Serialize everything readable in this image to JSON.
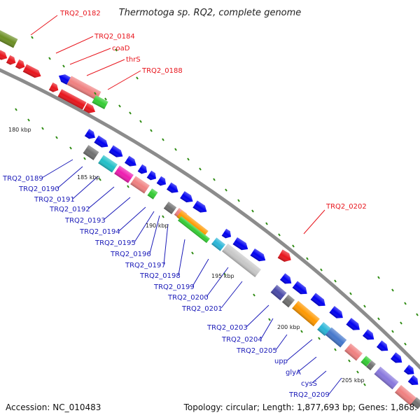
{
  "title": "Thermotoga sp. RQ2, complete genome",
  "footer": {
    "accession": "Accession: NC_010483",
    "info": "Topology: circular; Length: 1,877,693 bp; Genes: 1,868."
  },
  "colors": {
    "backbone": "#8c8c8c",
    "label_red": "#e8141c",
    "label_blue": "#1a1ab8",
    "gene_red": "#e8141c",
    "gene_blue": "#0000f0",
    "tick": "#2e8b12",
    "olive": "#6b8e23"
  },
  "scale_labels": [
    "180 kbp",
    "185 kbp",
    "190 kbp",
    "195 kbp",
    "200 kbp",
    "205 kbp"
  ],
  "labels_top": [
    "TRQ2_0182",
    "TRQ2_0184",
    "coaD",
    "thrS",
    "TRQ2_0188",
    "TRQ2_0202"
  ],
  "labels_bottom": [
    "TRQ2_0189",
    "TRQ2_0190",
    "TRQ2_0191",
    "TRQ2_0192",
    "TRQ2_0193",
    "TRQ2_0194",
    "TRQ2_0195",
    "TRQ2_0196",
    "TRQ2_0197",
    "TRQ2_0198",
    "TRQ2_0199",
    "TRQ2_0200",
    "TRQ2_0201",
    "TRQ2_0203",
    "TRQ2_0204",
    "TRQ2_0205",
    "upp",
    "glyA",
    "cysS",
    "TRQ2_0209"
  ]
}
